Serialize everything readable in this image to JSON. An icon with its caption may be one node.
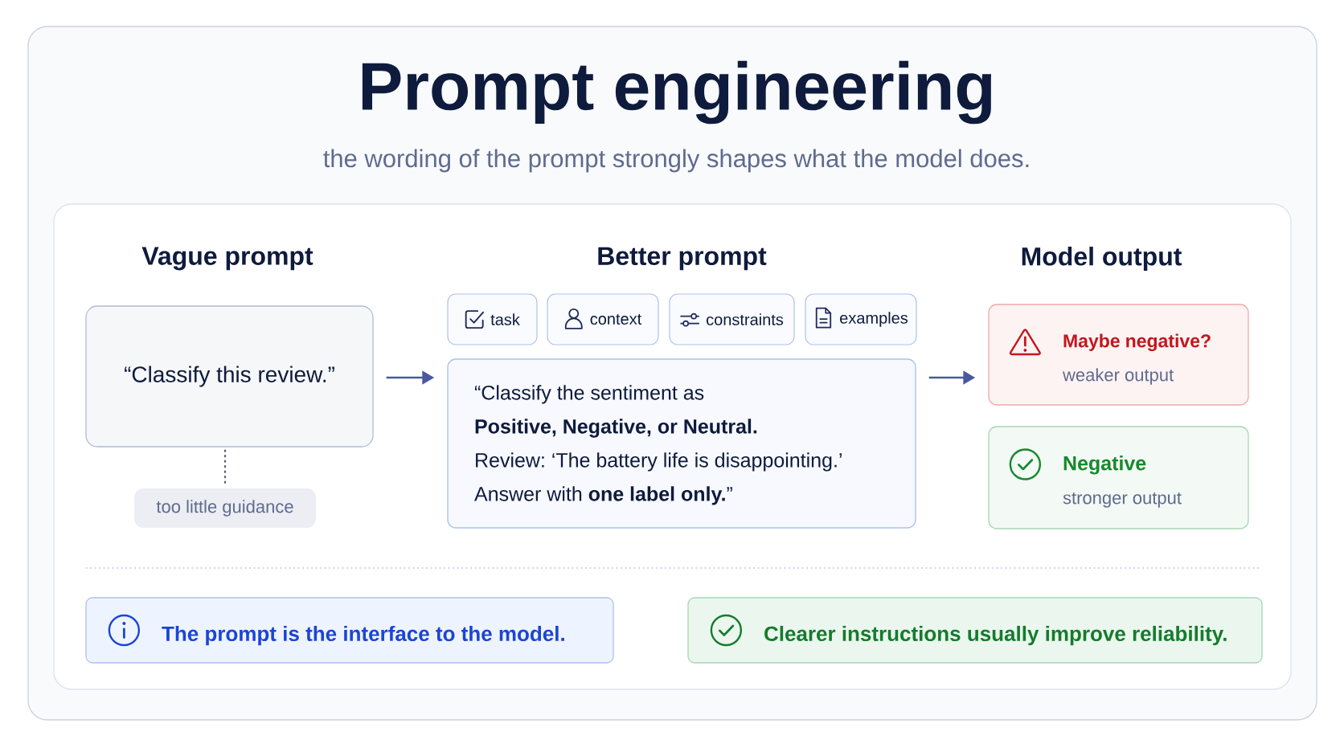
{
  "diagram": {
    "title": "Prompt engineering",
    "nodes": [
      {
        "text": [
          "“Classify this review.”"
        ]
      },
      {
        "text": [
          "too little guidance"
        ]
      },
      {
        "text": [
          "task"
        ]
      },
      {
        "text": [
          "context"
        ]
      },
      {
        "text": [
          "constraints"
        ]
      },
      {
        "text": [
          "examples"
        ]
      },
      {
        "text": [
          "“Classify the sentiment as **Positive, Negative, or Neutral.** Review: ‘The battery life is disappointing.’ Answer with **one label only.**”"
        ]
      },
      {
        "text": [
          "Maybe negative?",
          "weaker output"
        ]
      },
      {
        "text": [
          "Negative",
          "stronger output"
        ]
      },
      {
        "text": [
          "The prompt is the interface to the model."
        ]
      },
      {
        "text": [
          "Clearer instructions usually improve reliability."
        ]
      }
    ],
    "edges": [
      {
        "from": 0,
        "to": 6,
        "arrow": "to"
      },
      {
        "from": 6,
        "to": 7,
        "arrow": "to"
      },
      {
        "from": 0,
        "to": 1,
        "arrow": "none",
        "style": "dashed",
        "color": "#5b6178"
      }
    ],
    "labels": [
      "the wording of the prompt strongly shapes what the model does.",
      "Vague prompt",
      "Better prompt",
      "Model output"
    ]
  }
}
